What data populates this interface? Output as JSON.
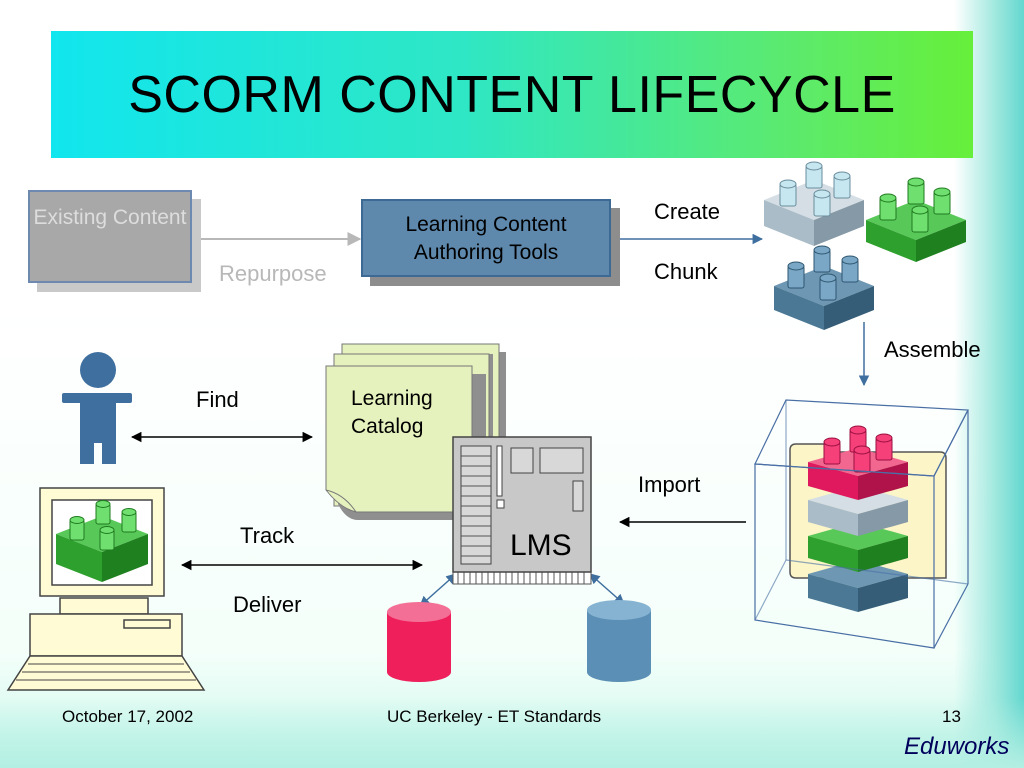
{
  "slide": {
    "title": "SCORM CONTENT LIFECYCLE",
    "page_number": "13"
  },
  "nodes": {
    "existing_content": "Existing Content",
    "authoring_tools": "Learning Content Authoring Tools",
    "learning_catalog": "Learning Catalog",
    "lms": "LMS"
  },
  "labels": {
    "repurpose": "Repurpose",
    "create": "Create",
    "chunk": "Chunk",
    "assemble": "Assemble",
    "find": "Find",
    "import": "Import",
    "track": "Track",
    "deliver": "Deliver"
  },
  "footer": {
    "date": "October 17, 2002",
    "center": "UC Berkeley - ET Standards",
    "brand": "Eduworks"
  },
  "colors": {
    "title_gradient_start": "#11e6ee",
    "title_gradient_end": "#66ef3a",
    "person": "#3f6f9f",
    "block_gray": "#9fb3bf",
    "block_green": "#2ea02e",
    "block_blue": "#4b7895",
    "block_red": "#e0195e",
    "catalog_paper": "#e5f2bd",
    "lms_chip": "#c8c8c8",
    "db_red": "#ef1f5c",
    "db_blue": "#5b8fb5"
  }
}
